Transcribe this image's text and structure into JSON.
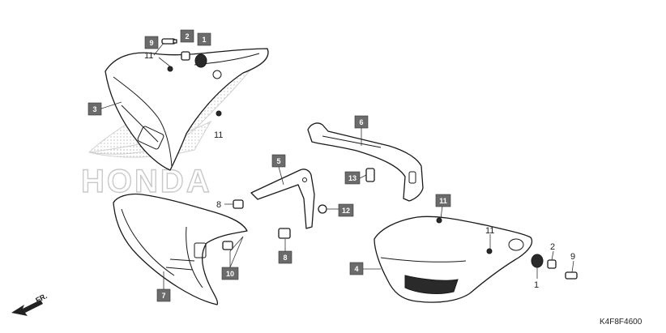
{
  "watermark": {
    "text": "HONDA"
  },
  "diagram_code": "K4F8F4600",
  "front_arrow_label": "FR.",
  "boxed_labels": {
    "b1": "1",
    "b2": "2",
    "b3": "3",
    "b4": "4",
    "b5": "5",
    "b6": "6",
    "b7": "7",
    "b8": "8",
    "b9": "9",
    "b10": "10",
    "b11": "11",
    "b12": "12",
    "b13": "13"
  },
  "plain_labels": {
    "p11a": "11",
    "p11b": "11",
    "p8": "8",
    "p11c": "11",
    "p2": "2",
    "p9": "9",
    "p1": "1"
  },
  "colors": {
    "label_box": "#6b6b6b",
    "line": "#1a1a1a",
    "watermark": "#c9c9c9"
  }
}
